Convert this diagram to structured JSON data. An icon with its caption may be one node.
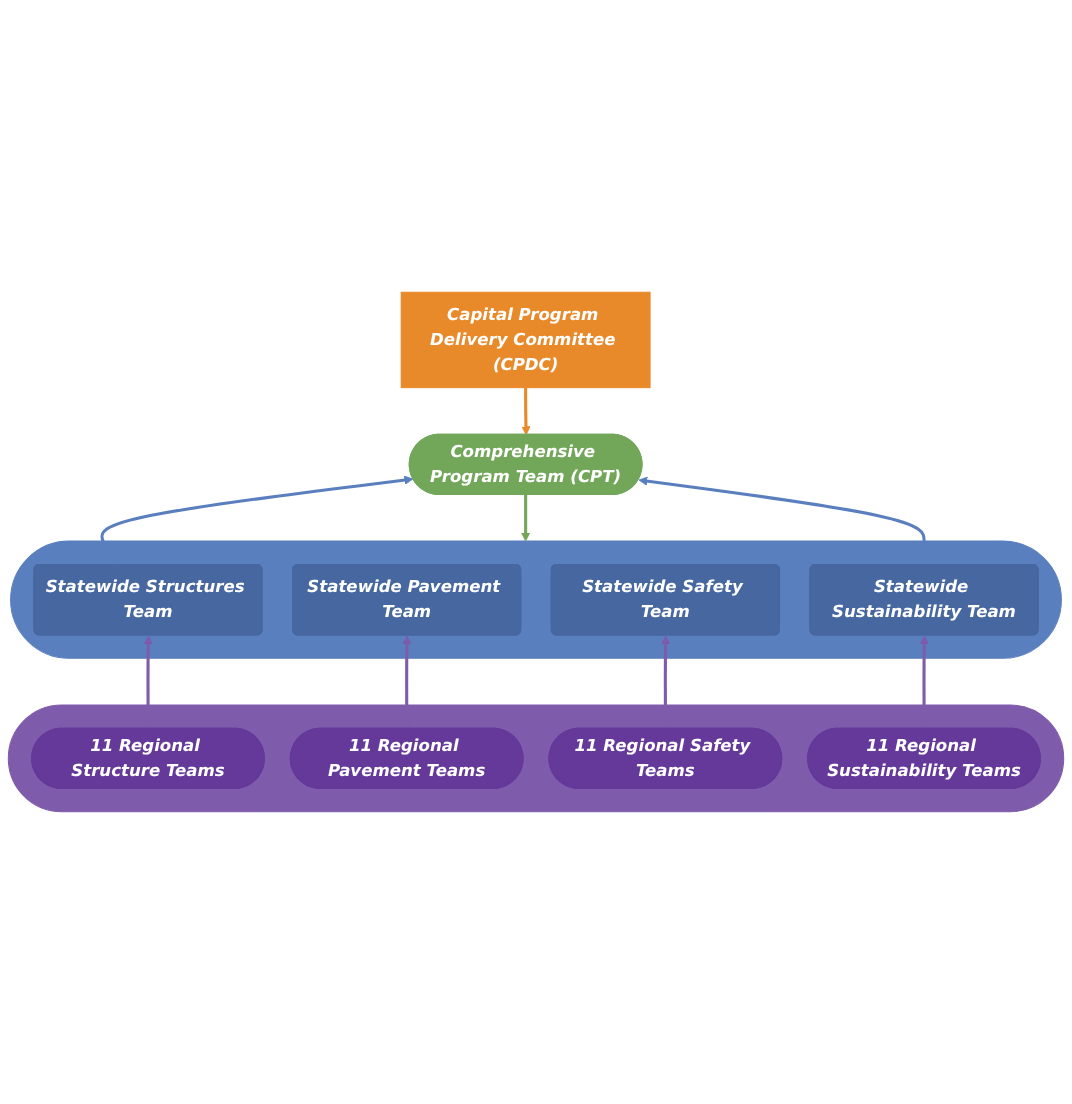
{
  "diagram": {
    "nodes": [
      {
        "text": [
          "Capital Program Delivery Committee (CPDC)"
        ]
      },
      {
        "text": [
          "Comprehensive Program Team (CPT)"
        ]
      },
      {
        "text": [],
        "shape": "ellipse"
      },
      {
        "text": [
          "Statewide Structures Team"
        ],
        "in": 2
      },
      {
        "text": [
          "Statewide Pavement Team"
        ],
        "in": 2
      },
      {
        "text": [
          "Statewide Safety Team"
        ],
        "in": 2
      },
      {
        "text": [
          "Statewide Sustainability Team"
        ],
        "in": 2
      },
      {
        "text": [],
        "shape": "ellipse"
      },
      {
        "text": [
          "11 Regional Structure Teams"
        ],
        "in": 7
      },
      {
        "text": [
          "11 Regional Pavement Teams"
        ],
        "in": 7
      },
      {
        "text": [
          "11 Regional Safety Teams"
        ],
        "in": 7
      },
      {
        "text": [
          "11 Regional Sustainability Teams"
        ],
        "in": 7
      }
    ],
    "edges": [
      {
        "from": 0,
        "to": 1,
        "arrow": "to",
        "color": "#e8892a"
      },
      {
        "from": 1,
        "to": 3,
        "arrow": "both",
        "color": "#5a7fbf"
      },
      {
        "from": 1,
        "to": 2,
        "arrow": "to",
        "color": "#72a75a"
      },
      {
        "from": 1,
        "to": 6,
        "arrow": "both",
        "color": "#5a7fbf"
      },
      {
        "from": 3,
        "to": 8,
        "arrow": "both"
      },
      {
        "from": 4,
        "to": 9,
        "arrow": "both"
      },
      {
        "from": 5,
        "to": 10,
        "arrow": "both"
      },
      {
        "from": 6,
        "to": 11,
        "arrow": "both"
      }
    ]
  }
}
